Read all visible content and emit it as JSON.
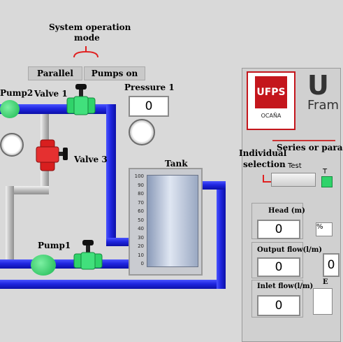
{
  "header": {
    "mode_title_line1": "System operation",
    "mode_title_line2": "mode"
  },
  "mode_buttons": {
    "parallel": "Parallel",
    "pumps_on": "Pumps on"
  },
  "labels": {
    "pump2": "Pump2",
    "valve1": "Valve 1",
    "valve3": "Valve 3",
    "pump1": "Pump1",
    "pressure1": "Pressure 1",
    "tank": "Tank"
  },
  "values": {
    "pressure1": "0"
  },
  "tank_scale": [
    "100",
    "90",
    "80",
    "70",
    "60",
    "50",
    "40",
    "30",
    "20",
    "10",
    "0"
  ],
  "tank_level": 0,
  "right_panel": {
    "logo_letters": "UFPS",
    "logo_caption": "OCAÑA",
    "title_partial": "U",
    "subtitle_partial": "Fram",
    "series_partial": "Series or para",
    "individual_selection_line1": "Individual",
    "individual_selection_line2": "selection",
    "test_label": "Test",
    "t_partial": "T",
    "head_label": "Head (m)",
    "head_value": "0",
    "output_flow_label": "Output flow(l/m)",
    "output_flow_value": "0",
    "inlet_flow_label": "Inlet flow(l/m)",
    "inlet_flow_value": "0",
    "partial_value_2": "0",
    "partial_pct": "%",
    "partial_label_e": "E"
  },
  "colors": {
    "pipe_blue": "#1f26e0",
    "pump_green": "#2fd36a",
    "valve_red": "#d81f1f",
    "logo_red": "#c4161c"
  }
}
